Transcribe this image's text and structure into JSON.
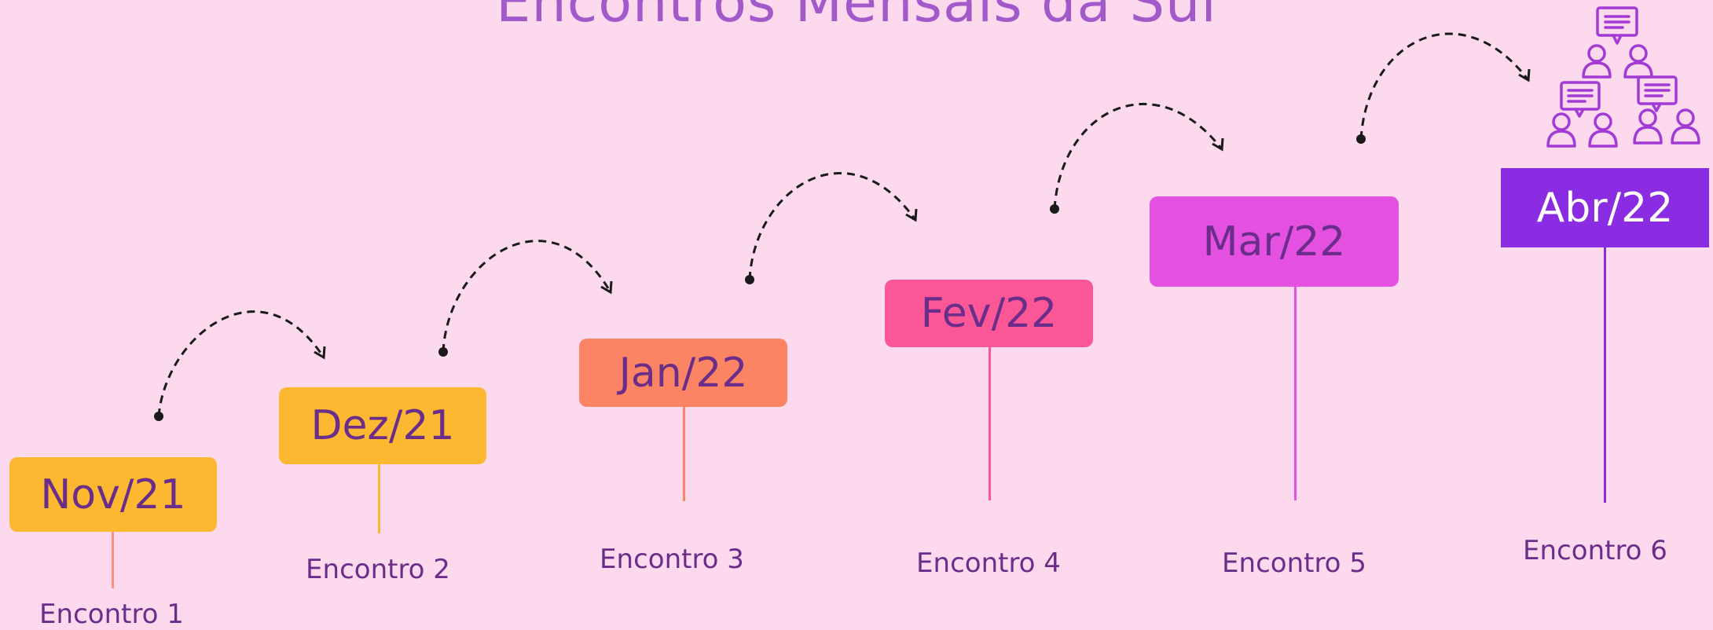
{
  "title": "Encontros Mensais da Sul",
  "timeline": [
    {
      "month": "Nov/21",
      "label": "Encontro 1",
      "color": "#fbb830",
      "text_color": "#6b2d8a",
      "stem_color": "#f8937a"
    },
    {
      "month": "Dez/21",
      "label": "Encontro 2",
      "color": "#fbb830",
      "text_color": "#6b2d8a",
      "stem_color": "#fbb830"
    },
    {
      "month": "Jan/22",
      "label": "Encontro 3",
      "color": "#fb8464",
      "text_color": "#6b2d8a",
      "stem_color": "#fb8464"
    },
    {
      "month": "Fev/22",
      "label": "Encontro 4",
      "color": "#fb5796",
      "text_color": "#6b2d8a",
      "stem_color": "#fb5796"
    },
    {
      "month": "Mar/22",
      "label": "Encontro 5",
      "color": "#e450e0",
      "text_color": "#6b2d8a",
      "stem_color": "#e450e0"
    },
    {
      "month": "Abr/22",
      "label": "Encontro 6",
      "color": "#8a2ce2",
      "text_color": "#ffffff",
      "stem_color": "#8a2ce2"
    }
  ],
  "icons": {
    "group": "people-chat-icon"
  },
  "colors": {
    "background": "#fdd9ee",
    "arrow": "#1a1a1a",
    "icon": "#a23ad6"
  }
}
